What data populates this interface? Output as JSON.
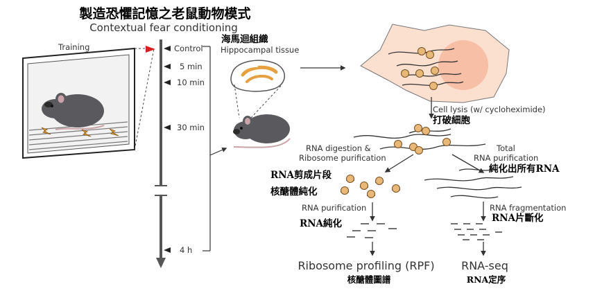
{
  "title_zh": "製造恐懼記憶之老鼠動物模式",
  "title_en": "Contextual fear conditioning",
  "training_label": "Training",
  "timeline": {
    "ticks": [
      "Control",
      "5 min",
      "10 min",
      "30 min",
      "4 h"
    ]
  },
  "hippocampus": {
    "label_zh": "海馬迴組織",
    "label_en": "Hippocampal tissue"
  },
  "cell_lysis": {
    "label_en": "Cell lysis (w/ cycloheximide)",
    "label_zh": "打破細胞"
  },
  "left_branch": {
    "step1_en_line1": "RNA digestion &",
    "step1_en_line2": "Ribosome purification",
    "step1_zh_line1": "RNA剪成片段",
    "step1_zh_line2": "核醣體純化",
    "step2_en": "RNA purification",
    "step2_zh": "RNA純化",
    "result_en": "Ribosome profiling (RPF)",
    "result_zh": "核醣體圖譜"
  },
  "right_branch": {
    "step1_en_line1": "Total",
    "step1_en_line2": "RNA purification",
    "step1_zh": "純化出所有RNA",
    "step2_en": "RNA fragmentation",
    "step2_zh": "RNA片斷化",
    "result_en": "RNA-seq",
    "result_zh": "RNA定序"
  },
  "colors": {
    "ribosome": "#E8B878",
    "ribosome_stroke": "#7a4f20",
    "cell_fill": "#FBE0D0",
    "nucleus": "#F6BFA6",
    "mouse": "#5a5a5e",
    "mouse_ear": "#c9a3a8",
    "training_marker": "#d92020",
    "brain_outline": "#E6A040",
    "axis": "#555555"
  }
}
